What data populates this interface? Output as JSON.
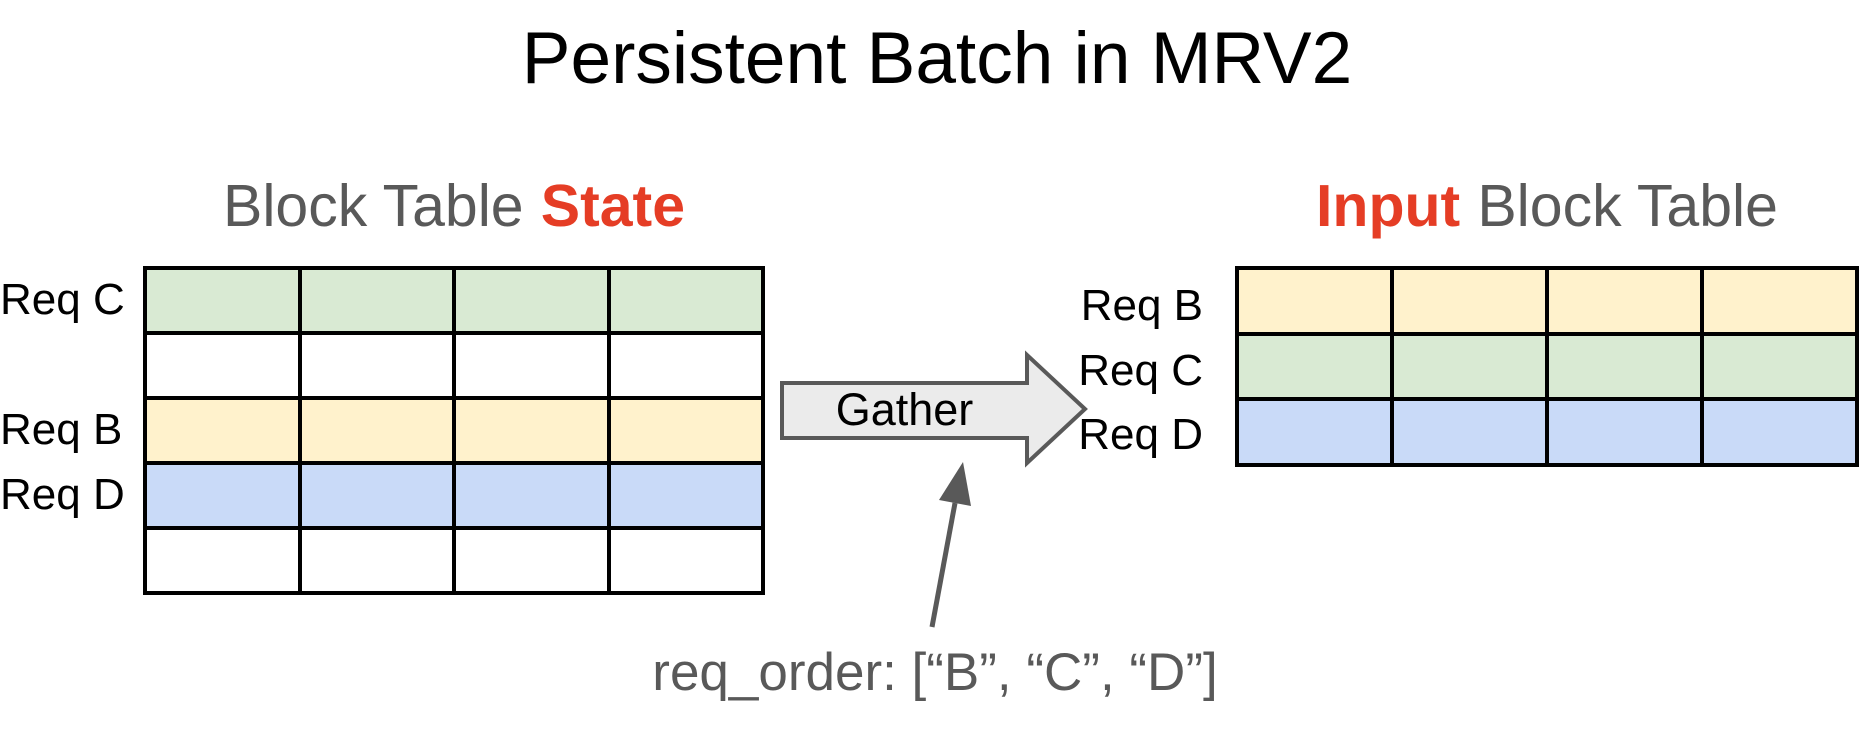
{
  "title": "Persistent Batch in MRV2",
  "left_panel": {
    "heading": {
      "prefix": "Block Table",
      "highlight": "State"
    },
    "row_labels": [
      "Req C",
      "Req B",
      "Req D"
    ],
    "row_colors": [
      "green",
      "white",
      "yellow",
      "blue",
      "white"
    ],
    "rows": 5,
    "columns": 4
  },
  "right_panel": {
    "heading": {
      "highlight": "Input",
      "suffix": "Block Table"
    },
    "row_labels": [
      "Req B",
      "Req C",
      "Req D"
    ],
    "row_colors": [
      "yellow",
      "green",
      "blue"
    ],
    "rows": 3,
    "columns": 4
  },
  "gather_arrow": {
    "label": "Gather"
  },
  "annotation": {
    "text": "req_order: [“B”, “C”, “D”]"
  },
  "colors": {
    "green": "#d9ead3",
    "yellow": "#fff2cc",
    "blue": "#c9daf8",
    "white": "#ffffff",
    "highlight_red": "#e53d25",
    "heading_gray": "#595959",
    "label_black": "#000000",
    "arrow_fill": "#ebebeb",
    "arrow_stroke": "#595959",
    "annotation_gray": "#595959"
  }
}
